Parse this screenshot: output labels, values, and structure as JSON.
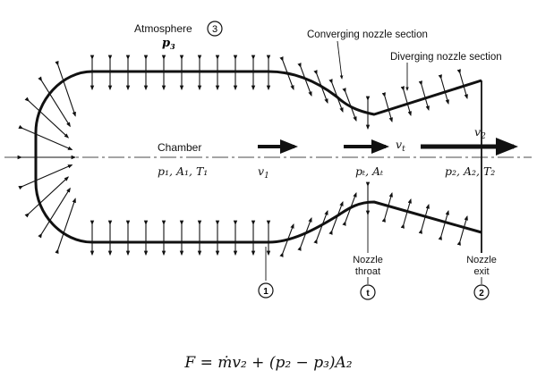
{
  "labels": {
    "atmosphere": "Atmosphere",
    "atmosphere_marker": "3",
    "p3": {
      "base": "p",
      "sub": "3"
    },
    "converging": "Converging nozzle section",
    "diverging": "Diverging nozzle section",
    "chamber": "Chamber",
    "chamber_props": "p₁, A₁, T₁",
    "v1": {
      "base": "v",
      "sub": "1"
    },
    "throat_props": "pₜ, Aₜ",
    "vt": {
      "base": "v",
      "sub": "t"
    },
    "v2": {
      "base": "v",
      "sub": "2"
    },
    "exit_props": "p₂, A₂, T₂",
    "nozzle_throat": [
      "Nozzle",
      "throat"
    ],
    "nozzle_exit": [
      "Nozzle",
      "exit"
    ],
    "station_markers": [
      "1",
      "t",
      "2"
    ]
  },
  "equation": "F = ṁv₂ + (p₂ − p₃)A₂",
  "colors": {
    "ink": "#111111",
    "background": "#ffffff"
  }
}
